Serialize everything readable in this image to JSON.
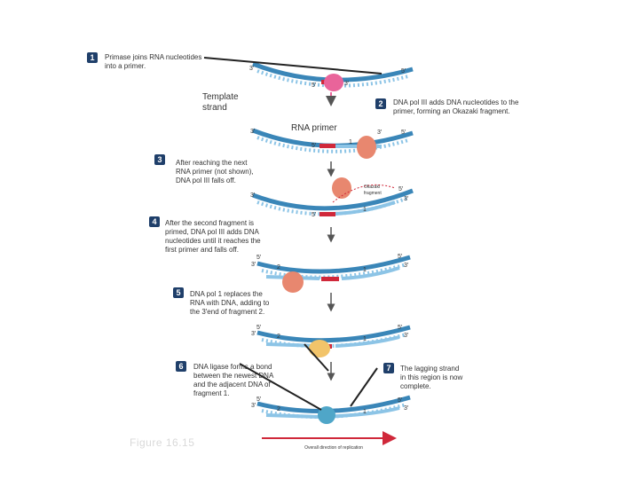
{
  "steps": [
    {
      "num": "1",
      "text": [
        "Primase joins RNA nucleotides",
        "into a primer."
      ]
    },
    {
      "num": "2",
      "text": [
        "DNA pol III adds DNA nucleotides to the",
        "primer, forming an Okazaki fragment."
      ]
    },
    {
      "num": "3",
      "text": [
        "After reaching the next",
        "RNA primer (not shown),",
        "DNA pol III falls off."
      ]
    },
    {
      "num": "4",
      "text": [
        "After the second fragment is",
        "primed, DNA pol III adds DNA",
        "nucleotides until it reaches the",
        "first primer and falls off."
      ]
    },
    {
      "num": "5",
      "text": [
        "DNA pol 1 replaces the",
        "RNA with DNA, adding to",
        "the 3′end of fragment 2."
      ]
    },
    {
      "num": "6",
      "text": [
        "DNA ligase forms a bond",
        "between the newest DNA",
        "and the adjacent DNA of",
        "fragment 1."
      ]
    },
    {
      "num": "7",
      "text": [
        "The lagging strand",
        "in this region is now",
        "complete."
      ]
    }
  ],
  "labels": {
    "template_strand": [
      "Template",
      "strand"
    ],
    "rna_primer": "RNA primer",
    "okazaki": [
      "Okazaki",
      "fragment"
    ],
    "prime3": "3′",
    "prime5": "5′",
    "fragment1": "1",
    "fragment2": "2",
    "overall_direction": "Overall direction of replication",
    "figure": "Figure 16.15"
  },
  "colors": {
    "strand": "#3a86b8",
    "strand_light": "#8cc4e6",
    "primer": "#d0283a",
    "primase": "#e9649a",
    "pol3": "#e8876f",
    "pol1": "#f2c46a",
    "ligase": "#4fa6c8",
    "arrow": "#555555",
    "direction_arrow": "#d0283a"
  }
}
